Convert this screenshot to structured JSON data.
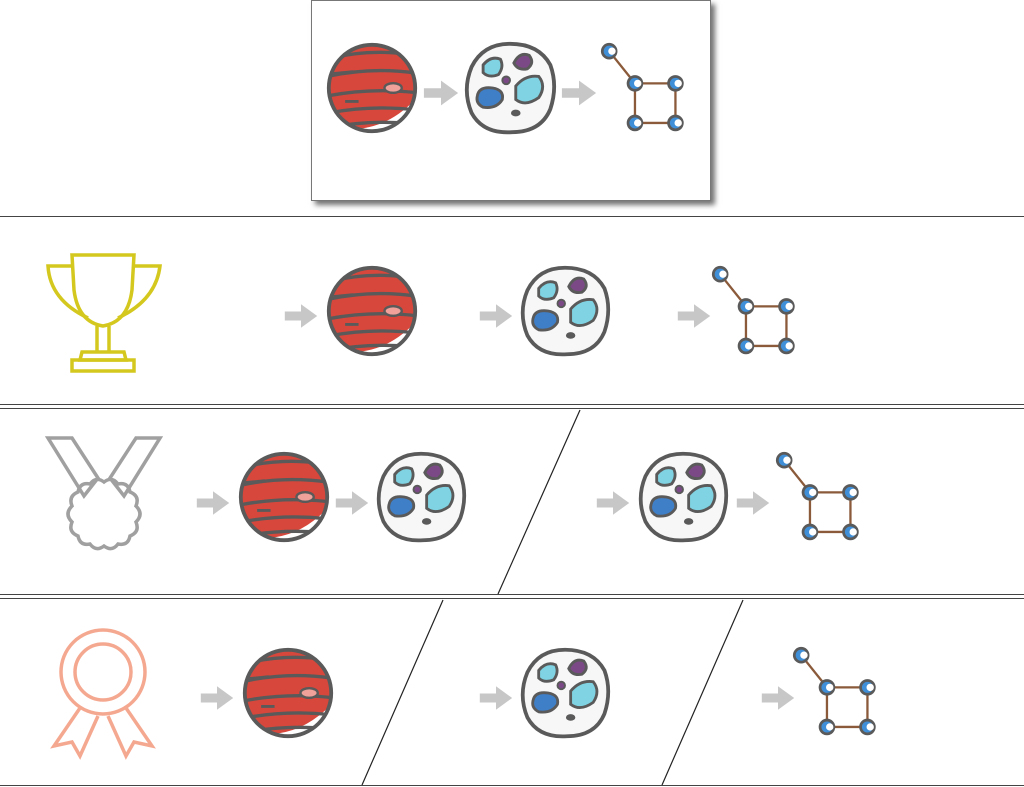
{
  "colors": {
    "outline": "#5a5a5a",
    "planet_fill": "#d8473b",
    "planet_spot": "#f0a19a",
    "cell_fill": "#f7f7f7",
    "cell_light_blue": "#7fd3e2",
    "cell_dark_blue": "#3f7fc8",
    "cell_purple": "#7b4a86",
    "graph_edge": "#8a5a3a",
    "graph_node_outer": "#5a5a5a",
    "graph_node_inner": "#3f8fd8",
    "arrow": "#c7c7c7",
    "trophy": "#d4c81e",
    "medal": "#a0a0a0",
    "ribbon_award": "#f5a890",
    "divider": "#444444"
  },
  "icons": {
    "gold": "trophy-icon",
    "silver": "medal-icon",
    "bronze": "ribbon-award-icon",
    "stage1": "planet-icon",
    "stage2": "cell-icon",
    "stage3": "graph-icon"
  },
  "rows": [
    {
      "rank": "header",
      "segments": 1
    },
    {
      "rank": "trophy",
      "segments": 1
    },
    {
      "rank": "medal",
      "segments": 2
    },
    {
      "rank": "ribbon",
      "segments": 3
    }
  ]
}
